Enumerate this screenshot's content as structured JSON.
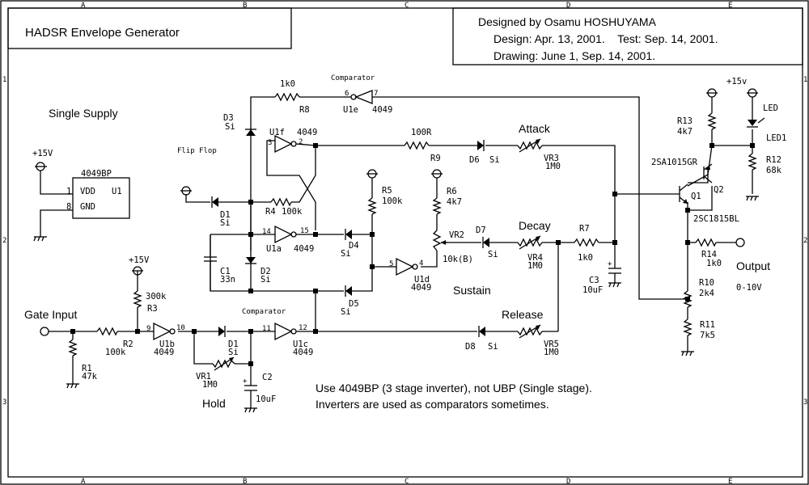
{
  "title_block": {
    "title": "HADSR Envelope Generator",
    "designer": "Designed by Osamu HOSHUYAMA",
    "design_dates": "Design: Apr. 13, 2001.    Test: Sep. 14, 2001.",
    "drawing_dates": "Drawing: June 1, Sep. 14, 2001."
  },
  "frame": {
    "columns": [
      "A",
      "B",
      "C",
      "D",
      "E"
    ],
    "rows": [
      "1",
      "2",
      "3"
    ]
  },
  "supply": {
    "heading": "Single Supply",
    "voltage": "+15V",
    "chip_part": "4049BP",
    "chip_ref": "U1",
    "pin_vdd": "1",
    "pin_vdd_label": "VDD",
    "pin_gnd": "8",
    "pin_gnd_label": "GND"
  },
  "section_labels": {
    "flip_flop": "Flip Flop",
    "comparator_top": "Comparator",
    "comparator_bottom": "Comparator",
    "attack": "Attack",
    "decay": "Decay",
    "sustain": "Sustain",
    "release": "Release",
    "hold": "Hold",
    "gate_input": "Gate Input",
    "output": "Output",
    "output_range": "0-10V"
  },
  "components": {
    "R1": {
      "ref": "R1",
      "value": "47k"
    },
    "R2": {
      "ref": "R2",
      "value": "100k"
    },
    "R3": {
      "ref": "R3",
      "value": "300k"
    },
    "R4": {
      "ref": "R4",
      "value": "100k"
    },
    "R5": {
      "ref": "R5",
      "value": "100k"
    },
    "R6": {
      "ref": "R6",
      "value": "4k7"
    },
    "R7": {
      "ref": "R7",
      "value": "1k0"
    },
    "R8": {
      "ref": "R8",
      "value": "1k0"
    },
    "R9": {
      "ref": "R9",
      "value": "100R"
    },
    "R10": {
      "ref": "R10",
      "value": "2k4"
    },
    "R11": {
      "ref": "R11",
      "value": "7k5"
    },
    "R12": {
      "ref": "R12",
      "value": "68k"
    },
    "R13": {
      "ref": "R13",
      "value": "4k7"
    },
    "R14": {
      "ref": "R14",
      "value": "1k0"
    },
    "VR1": {
      "ref": "VR1",
      "value": "1M0"
    },
    "VR2": {
      "ref": "VR2",
      "value": "10k(B)"
    },
    "VR3": {
      "ref": "VR3",
      "value": "1M0"
    },
    "VR4": {
      "ref": "VR4",
      "value": "1M0"
    },
    "VR5": {
      "ref": "VR5",
      "value": "1M0"
    },
    "C1": {
      "ref": "C1",
      "value": "33n"
    },
    "C2": {
      "ref": "C2",
      "value": "10uF"
    },
    "C3": {
      "ref": "C3",
      "value": "10uF"
    },
    "D1a": {
      "ref": "D1",
      "value": "Si"
    },
    "D1b": {
      "ref": "D1",
      "value": "Si"
    },
    "D2": {
      "ref": "D2",
      "value": "Si"
    },
    "D3": {
      "ref": "D3",
      "value": "Si"
    },
    "D4": {
      "ref": "D4",
      "value": "Si"
    },
    "D5": {
      "ref": "D5",
      "value": "Si"
    },
    "D6": {
      "ref": "D6",
      "value": "Si"
    },
    "D7": {
      "ref": "D7",
      "value": "Si"
    },
    "D8": {
      "ref": "D8",
      "value": "Si"
    },
    "U1a": {
      "ref": "U1a",
      "value": "4049",
      "pin_in": "14",
      "pin_out": "15"
    },
    "U1b": {
      "ref": "U1b",
      "value": "4049",
      "pin_in": "9",
      "pin_out": "10"
    },
    "U1c": {
      "ref": "U1c",
      "value": "4049",
      "pin_in": "11",
      "pin_out": "12"
    },
    "U1d": {
      "ref": "U1d",
      "value": "4049",
      "pin_in": "5",
      "pin_out": "4"
    },
    "U1e": {
      "ref": "U1e",
      "value": "4049",
      "pin_in": "7",
      "pin_out": "6"
    },
    "U1f": {
      "ref": "U1f",
      "value": "4049",
      "pin_in": "3",
      "pin_out": "2"
    },
    "Q1": {
      "ref": "Q1",
      "value": "2SC1815BL"
    },
    "Q2": {
      "ref": "Q2",
      "value": "2SA1015GR"
    },
    "LED1": {
      "ref": "LED1",
      "value": "LED"
    },
    "supply_r3": "+15V",
    "supply_out": "+15v"
  },
  "notes": [
    "Use 4049BP (3 stage inverter), not UBP (Single stage).",
    "Inverters are used as comparators sometimes."
  ]
}
